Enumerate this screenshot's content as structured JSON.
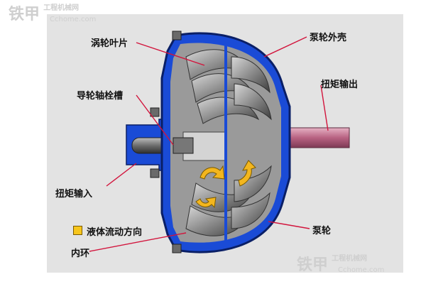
{
  "watermarks": {
    "top_brand": "铁甲",
    "top_site": "工程机械网",
    "top_domain": "Cchome.com",
    "bottom_brand": "铁甲",
    "bottom_site": "工程机械网",
    "bottom_domain": "Cchome.com"
  },
  "labels": {
    "turbine_blades": "涡轮叶片",
    "pump_housing": "泵轮外壳",
    "stator_spline": "导轮轴栓槽",
    "torque_output": "扭矩输出",
    "torque_input": "扭矩输入",
    "pump": "泵轮",
    "inner_ring": "内环"
  },
  "legend": {
    "flow_direction": "液体流动方向"
  },
  "colors": {
    "housing_blue": "#1a4bd6",
    "dark_blue": "#0a2a7a",
    "blade_gray": "#8e8e8e",
    "shaft_pink": "#c77a96",
    "flow_arrow": "#f3b61e",
    "leader_line": "#d2143c"
  }
}
